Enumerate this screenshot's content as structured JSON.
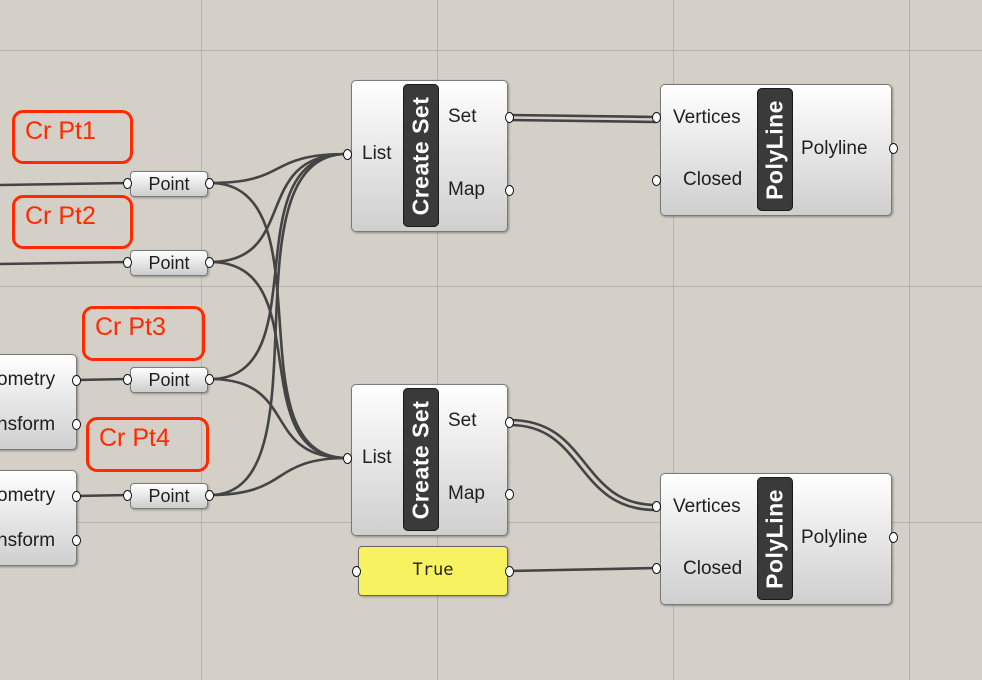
{
  "annotations": [
    "Cr Pt1",
    "Cr Pt2",
    "Cr Pt3",
    "Cr Pt4"
  ],
  "point_params": [
    "Point",
    "Point",
    "Point",
    "Point"
  ],
  "left_cut_components": [
    {
      "outputs": [
        "ometry",
        "nsform"
      ]
    },
    {
      "outputs": [
        "ometry",
        "nsform"
      ]
    }
  ],
  "create_set_1": {
    "name": "Create Set",
    "input": "List",
    "outputs": [
      "Set",
      "Map"
    ]
  },
  "create_set_2": {
    "name": "Create Set",
    "input": "List",
    "outputs": [
      "Set",
      "Map"
    ]
  },
  "polyline_1": {
    "name": "PolyLine",
    "inputs": [
      "Vertices",
      "Closed"
    ],
    "output": "Polyline"
  },
  "polyline_2": {
    "name": "PolyLine",
    "inputs": [
      "Vertices",
      "Closed"
    ],
    "output": "Polyline"
  },
  "boolean_toggle": {
    "value": "True"
  },
  "colors": {
    "canvas": "#d4d0c8",
    "annotation": "#ff2a00",
    "toggle": "#f7f260",
    "wire": "#3a3a3a"
  }
}
